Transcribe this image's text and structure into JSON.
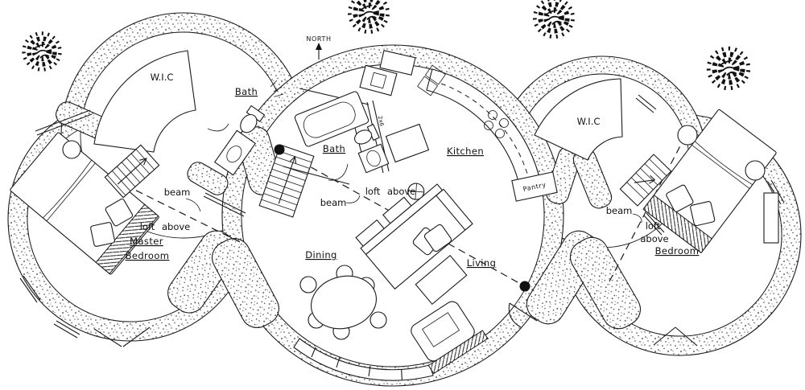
{
  "plan": {
    "compass_label": "NORTH",
    "rooms": {
      "wic_left": "W.I.C",
      "bath_left": "Bath",
      "master_bedroom_line1": "Master",
      "master_bedroom_line2": "Bedroom",
      "bath_center": "Bath",
      "kitchen": "Kitchen",
      "pantry": "Pantry",
      "dining": "Dining",
      "living": "Living",
      "wic_right": "W.I.C",
      "bedroom_right": "Bedroom"
    },
    "annotations": {
      "beam_left": "beam",
      "beam_center": "beam",
      "beam_right": "beam",
      "loft_left": "loft above",
      "loft_center": "loft above",
      "loft_right_line1": "loft",
      "loft_right_line2": "above",
      "stud_size": "2x6"
    },
    "colors": {
      "ink": "#1a1a1a",
      "paper": "#ffffff"
    }
  }
}
